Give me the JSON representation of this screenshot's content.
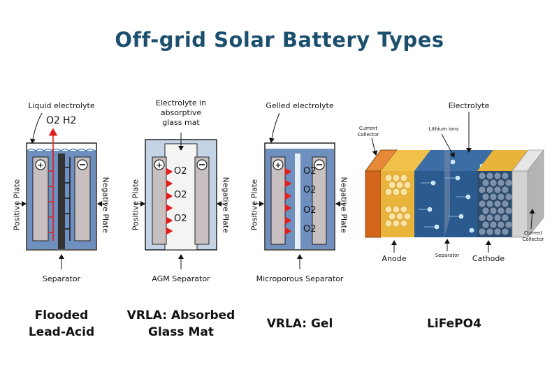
{
  "title": "Off-grid Solar Battery Types",
  "flooded": {
    "top_label": "Liquid electrolyte",
    "o2": "O2",
    "h2": "H2",
    "positive": "Positive Plate",
    "negative": "Negative Plate",
    "bottom_label": "Separator",
    "name_line1": "Flooded",
    "name_line2": "Lead-Acid"
  },
  "agm": {
    "top_label_line1": "Electrolyte in",
    "top_label_line2": "absorptive",
    "top_label_line3": "glass mat",
    "o2": "O2",
    "positive": "Positive Plate",
    "negative": "Negative Plate",
    "bottom_label": "AGM Separator",
    "name_line1": "VRLA: Absorbed",
    "name_line2": "Glass Mat"
  },
  "gel": {
    "top_label": "Gelled electrolyte",
    "o2": "O2",
    "positive": "Positive Plate",
    "negative": "Negative Plate",
    "bottom_label": "Microporous Separator",
    "name": "VRLA: Gel"
  },
  "lifepo4": {
    "electrolyte": "Electrolyte",
    "current_collector_left_line1": "Current",
    "current_collector_left_line2": "Collector",
    "lithium_ions": "Lithium ions",
    "current_collector_right_line1": "Current",
    "current_collector_right_line2": "Collector",
    "anode": "Anode",
    "separator": "Separator",
    "cathode": "Cathode",
    "name": "LiFePO4"
  },
  "colors": {
    "title": "#1c4f6e",
    "electrolyte_blue": "#6f8fbf",
    "light_blue": "#c4d3e6",
    "plate_gray": "#c8c0c0",
    "arrow_red": "#e01e1e",
    "anode_orange": "#e07a28",
    "yellow": "#e8b43a",
    "dark_blue": "#2a5a8e"
  }
}
